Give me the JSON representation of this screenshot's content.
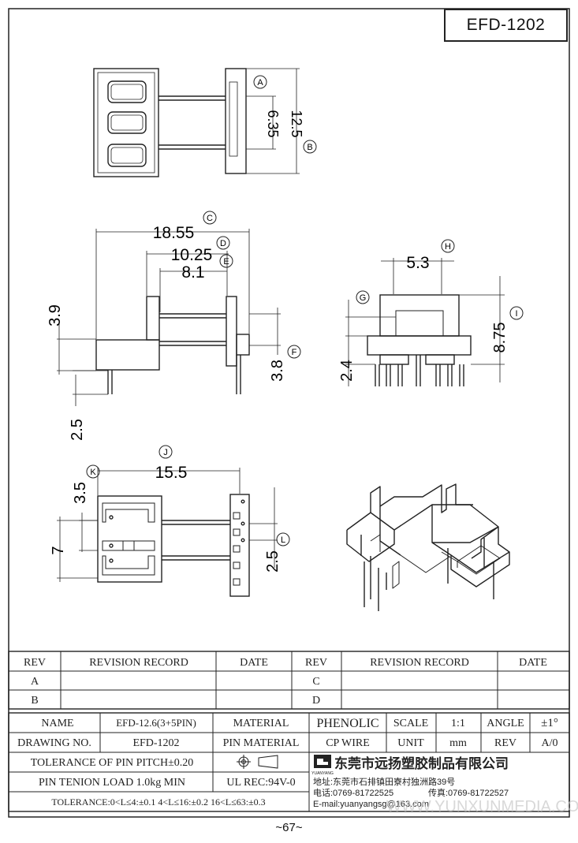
{
  "drawing_title": "EFD-1202",
  "page_number": "~67~",
  "dimensions": {
    "d635": "6.35",
    "d125": "12.5",
    "d1855": "18.55",
    "d1025": "10.25",
    "d81": "8.1",
    "d39": "3.9",
    "d38": "3.8",
    "d25": "2.5",
    "d53": "5.3",
    "d875": "8.75",
    "d24": "2.4",
    "d155": "15.5",
    "d35": "3.5",
    "d7": "7",
    "d25b": "2.5"
  },
  "callouts": {
    "A": "A",
    "B": "B",
    "C": "C",
    "D": "D",
    "E": "E",
    "F": "F",
    "G": "G",
    "H": "H",
    "I": "I",
    "J": "J",
    "K": "K",
    "L": "L"
  },
  "revision_table": {
    "rev_header": "REV",
    "record_header": "REVISION RECORD",
    "date_header": "DATE",
    "rows_left": [
      "A",
      "B"
    ],
    "rows_right": [
      "C",
      "D"
    ]
  },
  "title_block": {
    "name_label": "NAME",
    "name_value": "EFD-12.6(3+5PIN)",
    "material_label": "MATERIAL",
    "material_value": "PHENOLIC",
    "scale_label": "SCALE",
    "scale_value": "1:1",
    "angle_label": "ANGLE",
    "angle_value": "±1°",
    "drawing_no_label": "DRAWING NO.",
    "drawing_no_value": "EFD-1202",
    "pin_material_label": "PIN MATERIAL",
    "pin_material_value": "CP WIRE",
    "unit_label": "UNIT",
    "unit_value": "mm",
    "rev_label": "REV",
    "rev_value": "A/0",
    "tolerance_pitch": "TOLERANCE OF PIN PITCH±0.20",
    "pin_tension": "PIN TENION LOAD 1.0kg MIN",
    "ul_rec": "UL REC:94V-0",
    "tolerance_ranges": "TOLERANCE:0<L≤4:±0.1  4<L≤16:±0.2  16<L≤63:±0.3",
    "company_name": "东莞市远扬塑胶制品有限公司",
    "logo_text": "YUANYANG",
    "address": "地址:东莞市石排镇田寮村独洲路39号",
    "phone": "电话:0769-81722525",
    "fax": "传真:0769-81722527",
    "email": "E-mail:yuanyangsg@163.com",
    "watermark": "WWW.YUNXUNMEDIA.COM"
  }
}
